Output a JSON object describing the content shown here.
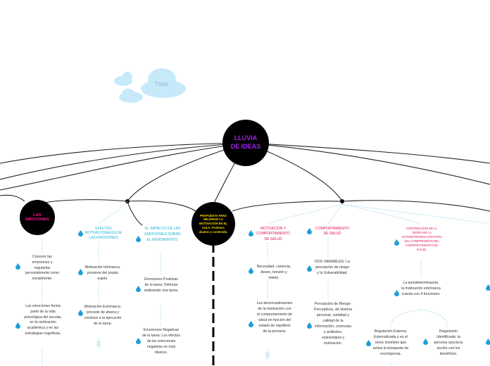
{
  "cloud": {
    "title": "Título"
  },
  "root": {
    "label": "LLUVIA DE IDEAS"
  },
  "proposal": {
    "label": "PROPUESTA PARA MEJORAR LA MOTIVACIÓN EN EL AULA: Profesor, alumno y contenido."
  },
  "emociones": {
    "label": "LAS EMOCIONES",
    "items": [
      "Conocer las emociones y regularlas personalmente como socialmente.",
      "Las emociones forma parte de la vida psicológica del escolar, en la motivación académica y en las estrategias cognitivas."
    ]
  },
  "efectos": {
    "label": "EFECTOS MOTIVACIONALES DE LAS EMOCIONES",
    "items": [
      "Motivación Intrínseca: proviene del propio sujeto.",
      "Motivación Extrínseca: procede de afuera y conduce a la ejecución de la tarea."
    ]
  },
  "impacto": {
    "label": "EL IMPACTO DE LAS EMOCIONES SOBRE EL RENDIMIENTO.",
    "items": [
      "Emociones Positivas de la tarea: Disfrutar realizando una tarea.",
      "Emociones Negativas de la tarea: Los efectos de las emociones negativas es más diverso."
    ]
  },
  "motivacion": {
    "label": "MOTIVACIÓN Y COMPORTAMIENTO DE SALUD",
    "items": [
      "Necesidad, carencia, deseo, tensión y miedo.",
      "Los desencadenantes de la motivación con el comportamiento de salud en función del estado de equilibrio de la persona."
    ]
  },
  "comportamiento": {
    "label": "COMPORTAMIENTO DE SALUD",
    "items": [
      "DOS VARIABLES: La percepción de riesgo y la Vulnerabilidad.",
      "Percepción de Riesgo: Perceptivos, de historia personal, cantidad y calidad de la información, creencias y actitudes, estereotipos y motivación."
    ]
  },
  "contribucion": {
    "label": "CONTRIBUCIÓN DE LA TEORÍA DE LA AUTODETERMINACIÓN PARA UNA COMPRENSIÓN DEL COMPORTAMIENTO DE SALUD.",
    "items": [
      "La autodeterminación, la motivación extrínseca cuenta con 4 funciones:",
      "Regulación Externa: Externalizada y es el único incentivo que activa la búsqueda de recompensa.",
      "Regulación Identificada: la persona asocia la acción con los beneficios."
    ]
  },
  "colors": {
    "root_text": "#a020f0",
    "proposal_text": "#ffd700",
    "emociones_text": "#ff1493",
    "cyan_text": "#1eb4d8",
    "pink_text": "#e0115f",
    "body_text": "#333333",
    "drop": "#1e9fd8",
    "cloud": "#bfe6f7"
  }
}
